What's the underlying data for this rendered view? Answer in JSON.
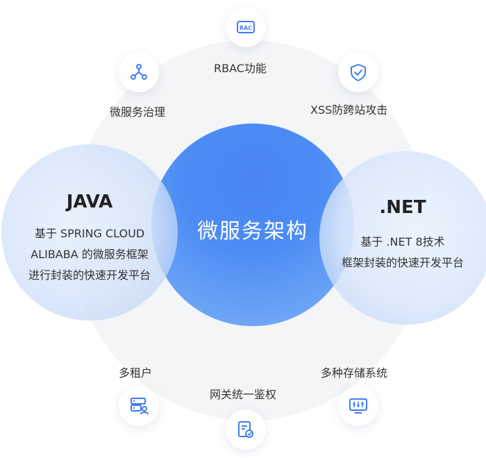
{
  "center": {
    "title": "微服务架构"
  },
  "left": {
    "title": "JAVA",
    "lines": [
      "基于 SPRING CLOUD",
      "ALIBABA 的微服务框架",
      "进行封装的快速开发平台"
    ]
  },
  "right": {
    "title": ".NET",
    "lines": [
      "基于 .NET 8技术",
      "框架封装的快速开发平台"
    ]
  },
  "features": {
    "rbac": {
      "label": "RBAC功能",
      "icon_text": "RAC"
    },
    "xss": {
      "label": "XSS防跨站攻击"
    },
    "micro": {
      "label": "微服务治理"
    },
    "tenant": {
      "label": "多租户"
    },
    "gateway": {
      "label": "网关统一鉴权"
    },
    "storage": {
      "label": "多种存储系统"
    }
  },
  "colors": {
    "accent": "#3f7cf0",
    "core": "#4c8cf4",
    "ring": "#f4f5f7"
  }
}
